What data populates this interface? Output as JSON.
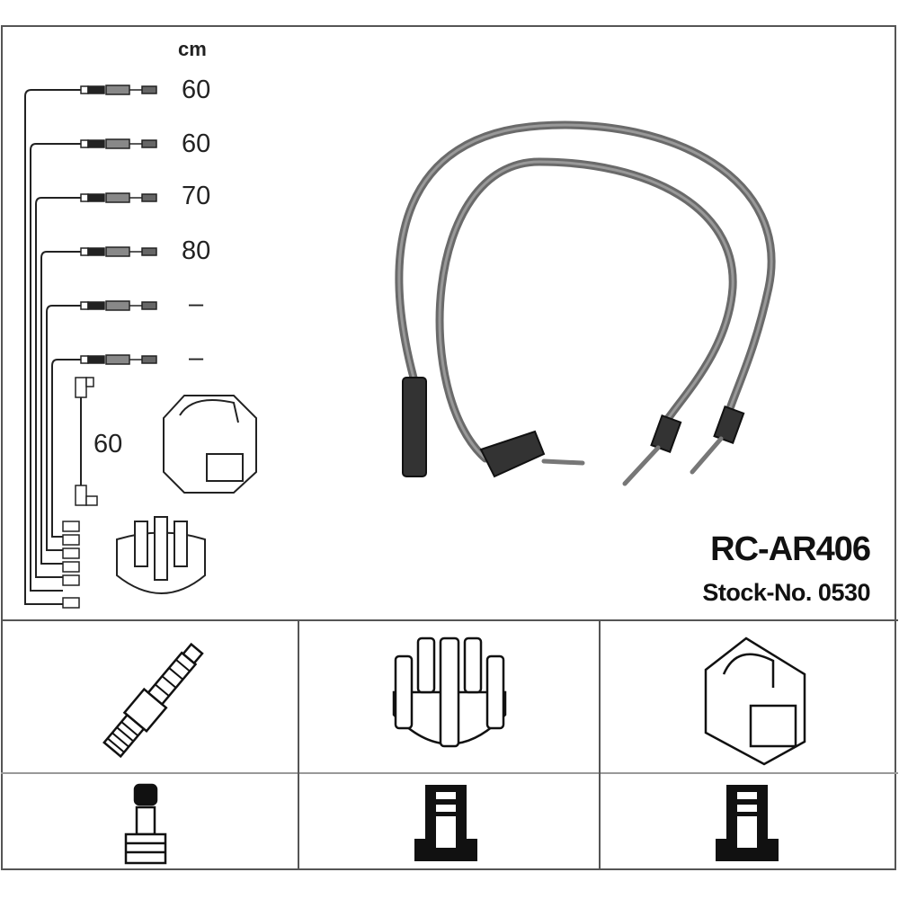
{
  "product": {
    "code": "RC-AR406",
    "stock_label": "Stock-No. 0530"
  },
  "lengths": {
    "unit": "cm",
    "leads": [
      "60",
      "60",
      "70",
      "80",
      "–",
      "–"
    ],
    "coil_lead": "60"
  },
  "components": [
    "spark-plug",
    "distributor-cap",
    "ignition-coil"
  ],
  "connectors": [
    "spark-plug-connector",
    "distributor-connector",
    "coil-connector"
  ]
}
